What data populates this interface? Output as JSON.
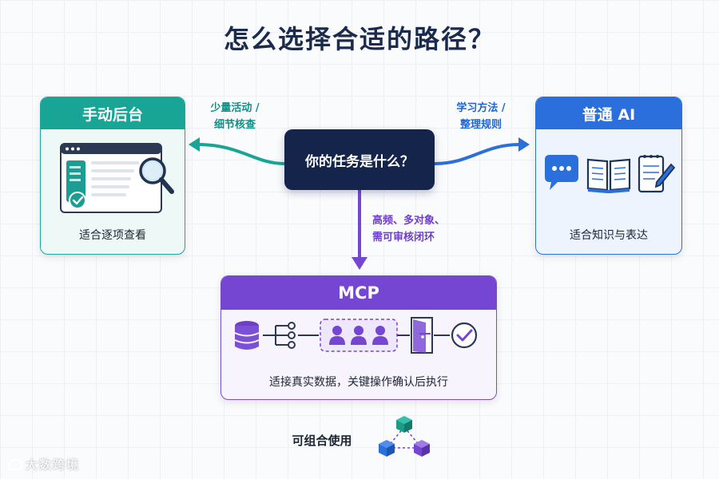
{
  "title": "怎么选择合适的路径？",
  "center_question": "你的任务是什么？",
  "left_arrow_label": [
    "少量活动 /",
    "细节核查"
  ],
  "right_arrow_label": [
    "学习方法 /",
    "整理规则"
  ],
  "down_arrow_label": [
    "高频、多对象、",
    "需可审核闭环"
  ],
  "left_card": {
    "title": "手动后台",
    "caption": "适合逐项查看",
    "icon": "dashboard-magnifier-icon"
  },
  "right_card": {
    "title": "普通 AI",
    "caption": "适合知识与表达",
    "icons": [
      "chat-bubble-icon",
      "open-book-icon",
      "notepad-pen-icon"
    ]
  },
  "mcp_card": {
    "title": "MCP",
    "caption": "适接真实数据，关键操作确认后执行",
    "icons": [
      "database-icon",
      "branch-icon",
      "users-group-icon",
      "door-icon",
      "checkmark-icon"
    ]
  },
  "compose_label": "可组合使用",
  "compose_icon": "cubes-network-icon",
  "watermark": "大数跨境",
  "colors": {
    "teal": "#18a596",
    "blue": "#2a6fdc",
    "purple": "#7446d2",
    "navy": "#15244a"
  }
}
